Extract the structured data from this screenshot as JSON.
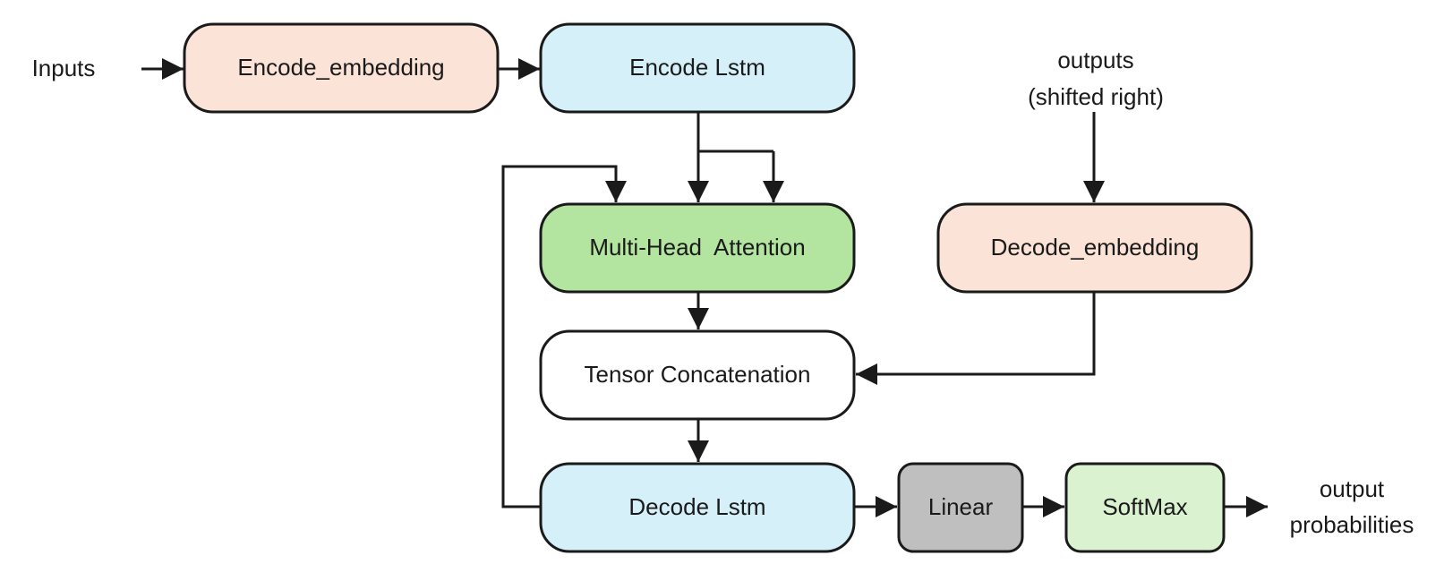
{
  "diagram": {
    "nodes": {
      "encode_embedding": {
        "label": "Encode_embedding",
        "color": "#fbe3d7"
      },
      "encode_lstm": {
        "label": "Encode Lstm",
        "color": "#d6f0fa"
      },
      "multi_head_attention": {
        "label": "Multi-Head  Attention",
        "color": "#b3e5a1"
      },
      "decode_embedding": {
        "label": "Decode_embedding",
        "color": "#fbe3d7"
      },
      "tensor_concatenation": {
        "label": "Tensor Concatenation",
        "color": "#ffffff"
      },
      "decode_lstm": {
        "label": "Decode Lstm",
        "color": "#d6f0fa"
      },
      "linear": {
        "label": "Linear",
        "color": "#bfbfbf"
      },
      "softmax": {
        "label": "SoftMax",
        "color": "#daf2d0"
      }
    },
    "labels": {
      "inputs": "Inputs",
      "outputs_line1": "outputs",
      "outputs_line2": "(shifted right)",
      "output_prob_line1": "output",
      "output_prob_line2": "probabilities"
    }
  }
}
